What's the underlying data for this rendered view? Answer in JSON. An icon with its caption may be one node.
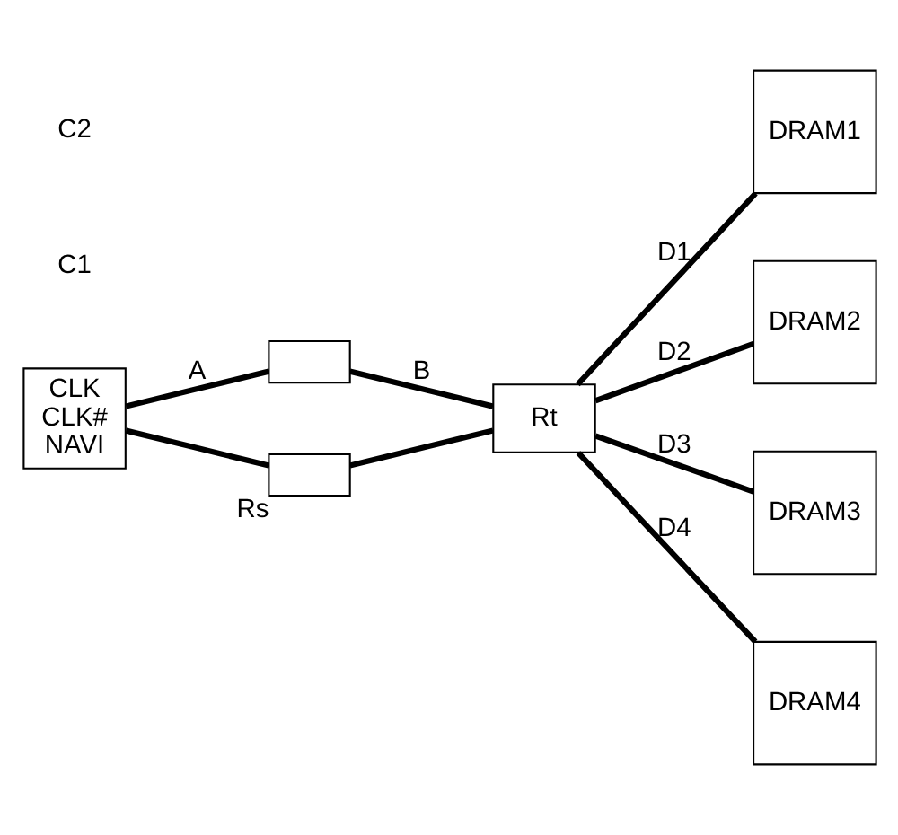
{
  "diagram": {
    "nodes": [
      {
        "text": [
          "CLK",
          "CLK#",
          "NAVI"
        ]
      },
      {
        "text": [],
        "shape": "box"
      },
      {
        "text": [],
        "shape": "box",
        "beside": [
          "Rs"
        ]
      },
      {
        "text": [
          "Rt"
        ]
      },
      {
        "text": [
          "DRAM1"
        ]
      },
      {
        "text": [
          "DRAM2"
        ]
      },
      {
        "text": [
          "DRAM3"
        ]
      },
      {
        "text": [
          "DRAM4"
        ]
      }
    ],
    "edges": [
      {
        "from": 0,
        "to": 1,
        "arrow": "none",
        "label": "A"
      },
      {
        "from": 0,
        "to": 2,
        "arrow": "none"
      },
      {
        "from": 1,
        "to": 3,
        "arrow": "none",
        "label": "B"
      },
      {
        "from": 2,
        "to": 3,
        "arrow": "none"
      },
      {
        "from": 3,
        "to": 4,
        "arrow": "none",
        "label": "D1"
      },
      {
        "from": 3,
        "to": 5,
        "arrow": "none",
        "label": "D2"
      },
      {
        "from": 3,
        "to": 6,
        "arrow": "none",
        "label": "D3"
      },
      {
        "from": 3,
        "to": 7,
        "arrow": "none",
        "label": "D4"
      }
    ],
    "labels": [
      "C1",
      "C2"
    ]
  }
}
